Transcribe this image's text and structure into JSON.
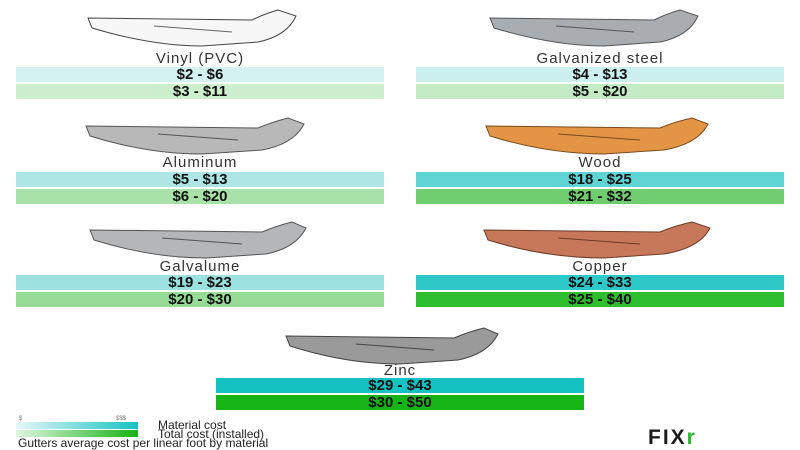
{
  "materials": [
    {
      "name": "Vinyl (PVC)",
      "material_cost": "$2 - $6",
      "total_cost": "$3 - $11",
      "material_color": "#d4f1f1",
      "total_color": "#cdefcd",
      "gutter_fill": "#f7f7f7"
    },
    {
      "name": "Galvanized steel",
      "material_cost": "$4 - $13",
      "total_cost": "$5 - $20",
      "material_color": "#ccefef",
      "total_color": "#c4ecc4",
      "gutter_fill": "#a9adb2"
    },
    {
      "name": "Aluminum",
      "material_cost": "$5 - $13",
      "total_cost": "$6 - $20",
      "material_color": "#aee6e6",
      "total_color": "#a8e2a8",
      "gutter_fill": "#b8b8b8"
    },
    {
      "name": "Wood",
      "material_cost": "$18 - $25",
      "total_cost": "$21 - $32",
      "material_color": "#5fd4d4",
      "total_color": "#6fcd6f",
      "gutter_fill": "#e39545"
    },
    {
      "name": "Galvalume",
      "material_cost": "$19 - $23",
      "total_cost": "$20 - $30",
      "material_color": "#9ce0e0",
      "total_color": "#96dc96",
      "gutter_fill": "#b4b6b8"
    },
    {
      "name": "Copper",
      "material_cost": "$24 - $33",
      "total_cost": "$25 - $40",
      "material_color": "#2ec8c8",
      "total_color": "#2fbe2f",
      "gutter_fill": "#c8785a"
    },
    {
      "name": "Zinc",
      "material_cost": "$29 - $43",
      "total_cost": "$30 - $50",
      "material_color": "#15c2c2",
      "total_color": "#16b316",
      "gutter_fill": "#9a9a9a"
    }
  ],
  "legend": {
    "low_symbol": "$",
    "high_symbol": "$$$",
    "material_label": "Material cost",
    "total_label": "Total cost (installed)"
  },
  "caption": "Gutters average cost per linear foot by material",
  "brand": {
    "main": "FIX",
    "accent": "r",
    "accent_color": "#2cb62c"
  }
}
